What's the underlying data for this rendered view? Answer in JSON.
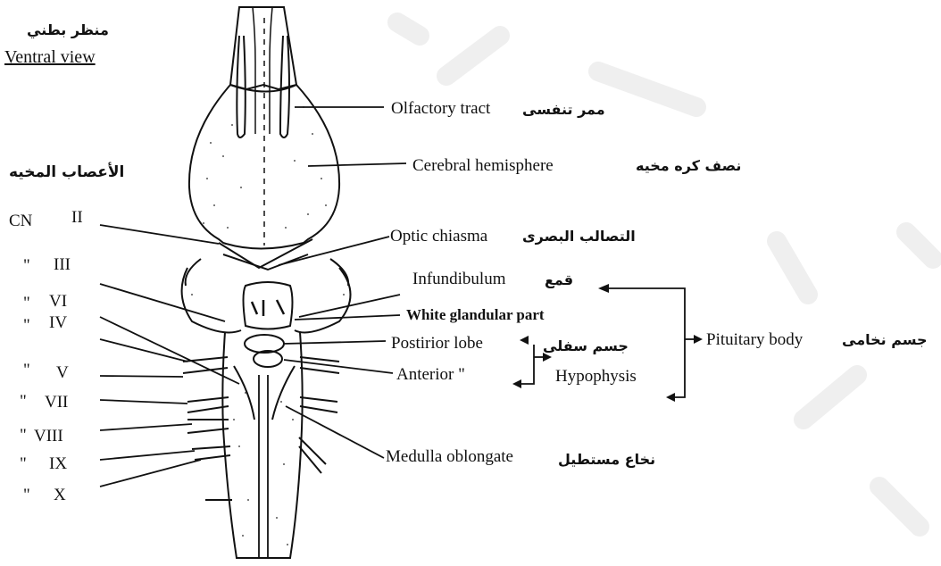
{
  "view": {
    "title_ar": "منظر بطني",
    "title_en": "Ventral view"
  },
  "cranial_nerves": {
    "heading_ar": "الأعصاب المخيه",
    "items": [
      {
        "prefix": "CN",
        "numeral": "II"
      },
      {
        "prefix": "\"",
        "numeral": "III"
      },
      {
        "prefix": "\"",
        "numeral": "VI"
      },
      {
        "prefix": "\"",
        "numeral": "IV"
      },
      {
        "prefix": "\"",
        "numeral": "V"
      },
      {
        "prefix": "\"",
        "numeral": "VII"
      },
      {
        "prefix": "\"",
        "numeral": "VIII"
      },
      {
        "prefix": "\"",
        "numeral": "IX"
      },
      {
        "prefix": "\"",
        "numeral": "X"
      }
    ]
  },
  "structures": {
    "olfactory_tract": {
      "en": "Olfactory tract",
      "ar": "ممر تنفسى"
    },
    "cerebral_hemisphere": {
      "en": "Cerebral hemisphere",
      "ar": "نصف كره مخيه"
    },
    "optic_chiasma": {
      "en": "Optic chiasma",
      "ar": "التصالب البصرى"
    },
    "infundibulum": {
      "en": "Infundibulum",
      "ar": "قمع"
    },
    "white_glandular_part": {
      "en": "White glandular part"
    },
    "postirior_lobe": {
      "en": "Postirior lobe"
    },
    "anterior": {
      "en": "Anterior  \""
    },
    "hypophysis": {
      "en": "Hypophysis",
      "ar": "جسم سفلى"
    },
    "pituitary_body": {
      "en": "Pituitary body",
      "ar": "جسم نخامى"
    },
    "medulla_oblongate": {
      "en": "Medulla oblongate",
      "ar": "نخاع مستطيل"
    }
  },
  "colors": {
    "ink": "#111111",
    "background": "#ffffff"
  }
}
